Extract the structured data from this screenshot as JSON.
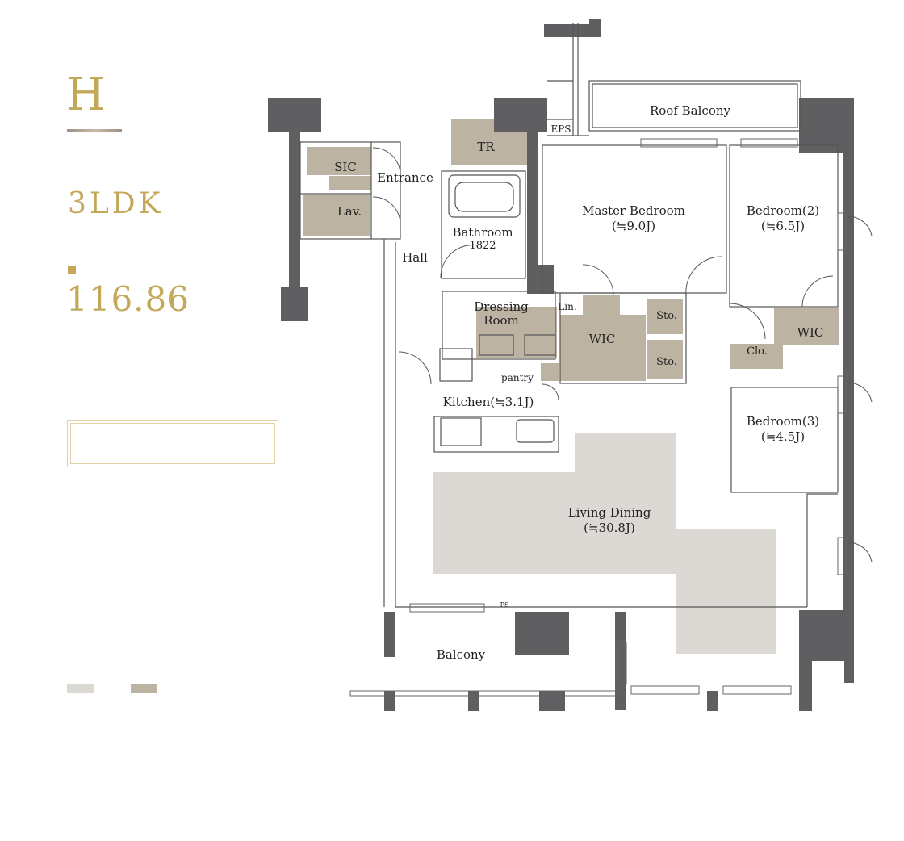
{
  "unit": {
    "type_letter": "H",
    "layout_type": "3LDK",
    "area": "116.86"
  },
  "colors": {
    "accent_gold": "#c4a85a",
    "wall": "#5f5f61",
    "living_floor": "#dcd8d4",
    "wet_floor": "#bdb3a2",
    "line": "#555555"
  },
  "legend": [
    {
      "swatch_color": "#dcd8d4"
    },
    {
      "swatch_color": "#bdb3a2"
    }
  ],
  "rooms": {
    "roof_balcony": "Roof Balcony",
    "eps": "EPS",
    "tr": "TR",
    "sic": "SIC",
    "entrance": "Entrance",
    "lav": "Lav.",
    "hall": "Hall",
    "bathroom": "Bathroom",
    "bathroom_size": "1822",
    "master_bedroom": "Master Bedroom",
    "master_bedroom_size": "(≒9.0J)",
    "bedroom2": "Bedroom(2)",
    "bedroom2_size": "(≒6.5J)",
    "bedroom3": "Bedroom(3)",
    "bedroom3_size": "(≒4.5J)",
    "dressing_room_line1": "Dressing",
    "dressing_room_line2": "Room",
    "lin": "Lin.",
    "wic_master": "WIC",
    "wic_bedroom2": "WIC",
    "sto1": "Sto.",
    "sto2": "Sto.",
    "clo": "Clo.",
    "pantry": "pantry",
    "kitchen": "Kitchen(≒3.1J)",
    "living_dining": "Living Dining",
    "living_dining_size": "(≒30.8J)",
    "balcony": "Balcony",
    "ps": "PS"
  }
}
